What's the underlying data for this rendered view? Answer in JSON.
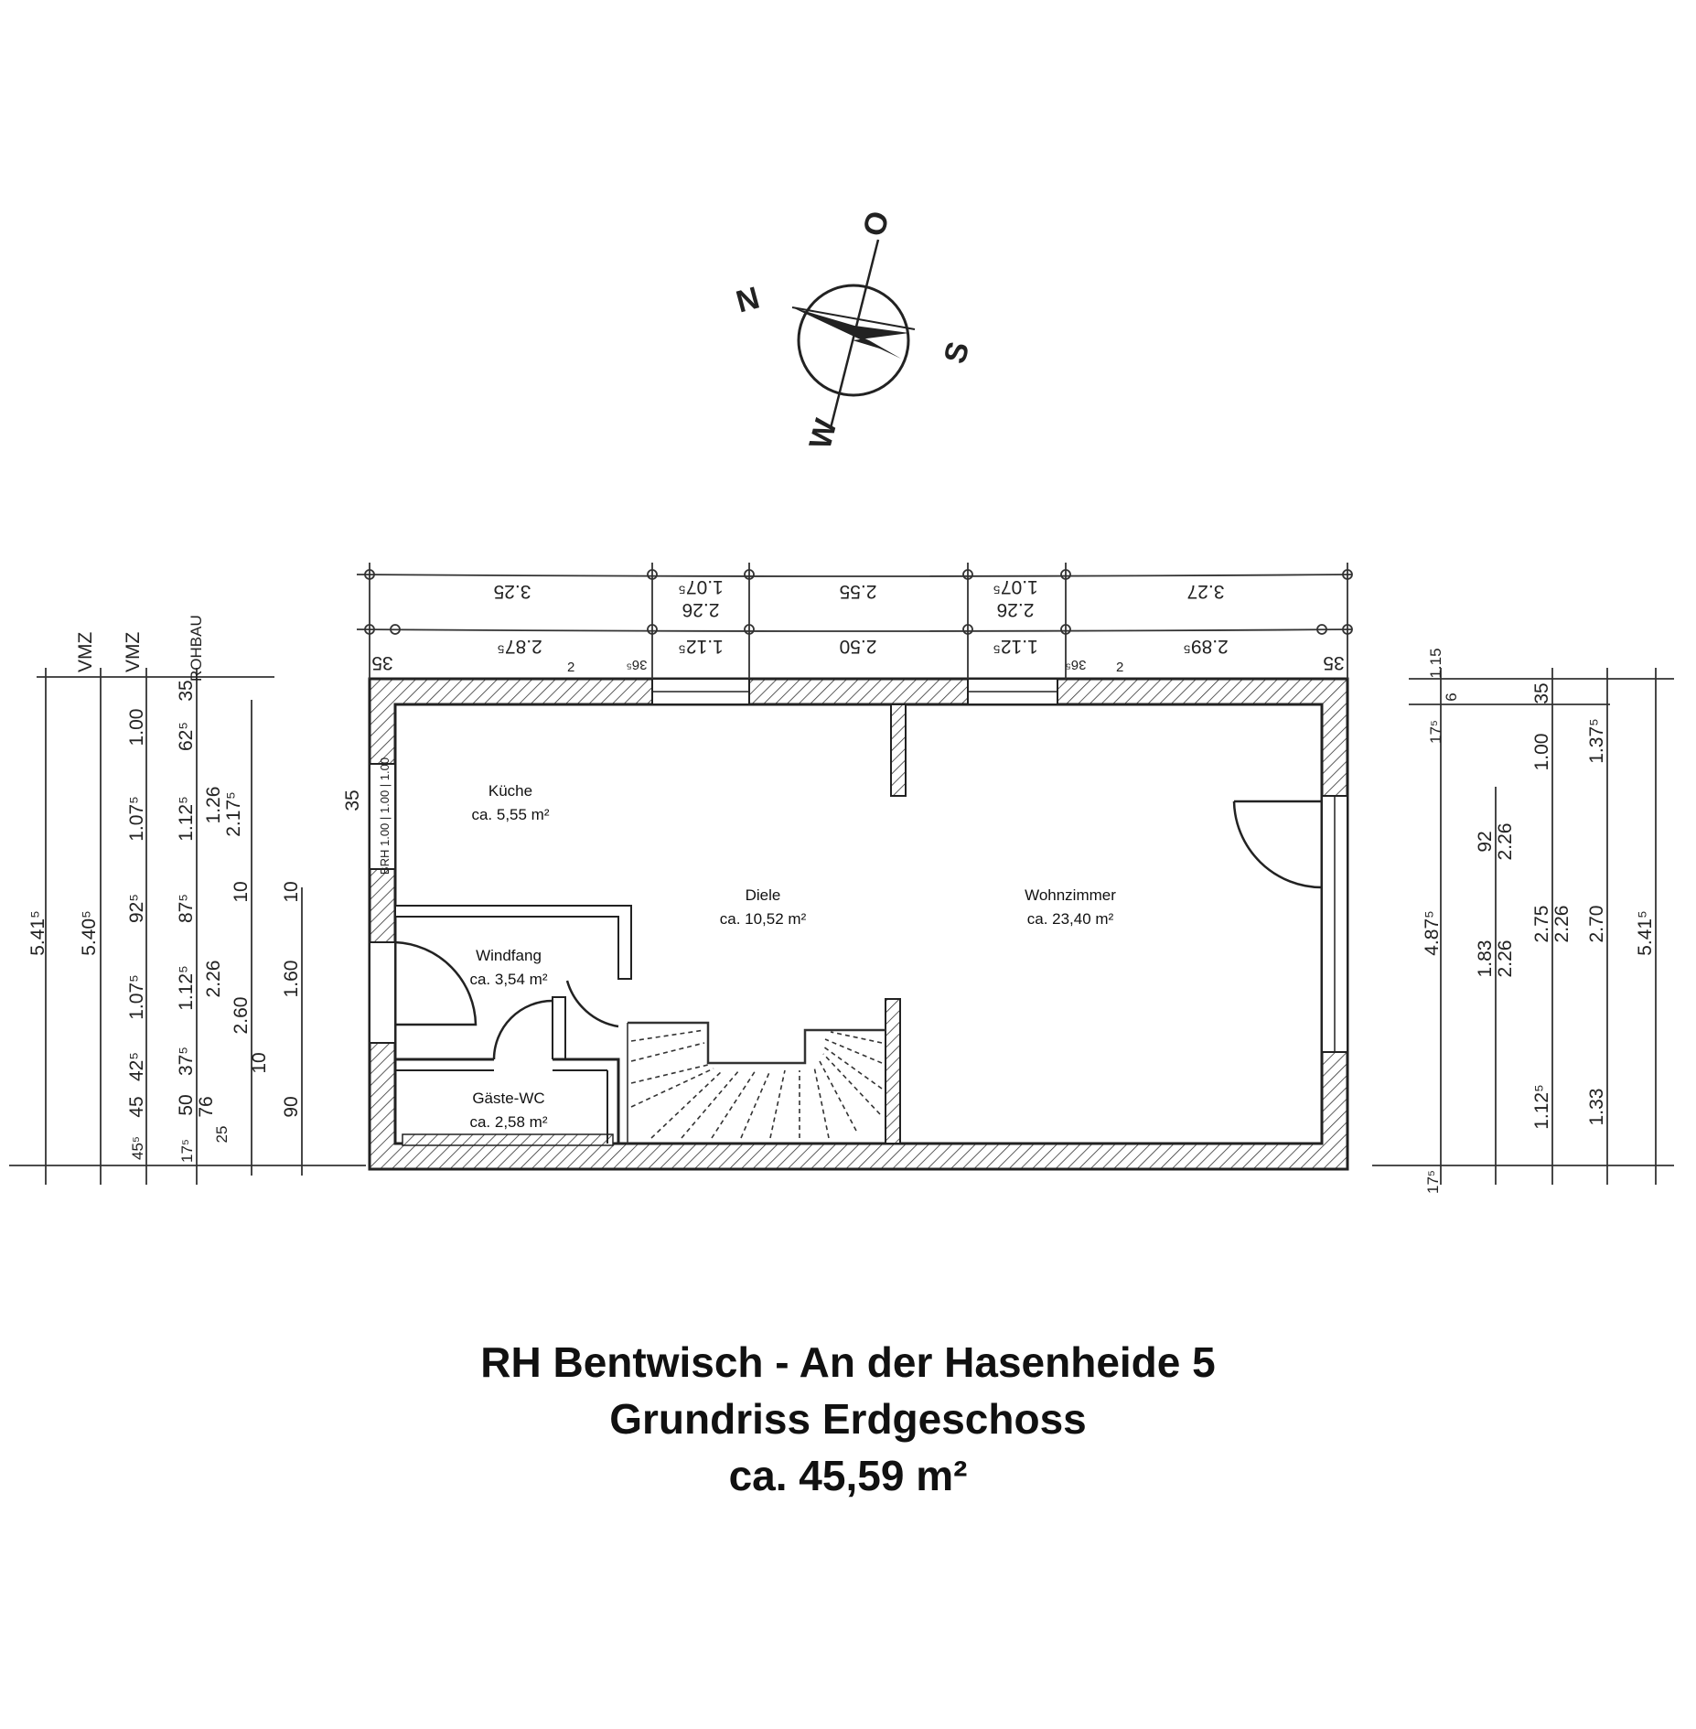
{
  "compass": {
    "n": "N",
    "o": "O",
    "s": "S",
    "w": "W"
  },
  "rooms": [
    {
      "name": "Küche",
      "area": "ca. 5,55 m²"
    },
    {
      "name": "Diele",
      "area": "ca. 10,52 m²"
    },
    {
      "name": "Wohnzimmer",
      "area": "ca. 23,40 m²"
    },
    {
      "name": "Windfang",
      "area": "ca. 3,54 m²"
    },
    {
      "name": "Gäste-WC",
      "area": "ca. 2,58 m²"
    }
  ],
  "dimensions": {
    "top_outer": [
      "3.25",
      "1.07⁵",
      "2.26",
      "2.55",
      "1.07⁵",
      "2.26",
      "3.27"
    ],
    "top_inner": [
      "35",
      "2.87⁵",
      "36⁵",
      "1.12⁵",
      "2.50",
      "1.12⁵",
      "36⁵",
      "2.89⁵",
      "35"
    ],
    "top_small": [
      "2",
      "2"
    ],
    "left_labels": [
      "VMZ",
      "VMZ",
      "ROHBAU"
    ],
    "left": [
      "5.41⁵",
      "5.40⁵",
      "1.00",
      "1.07⁵",
      "92⁵",
      "1.07⁵",
      "42⁵",
      "45",
      "45⁵",
      "35",
      "62⁵",
      "1.12⁵",
      "87⁵",
      "1.12⁵",
      "37⁵",
      "50",
      "17⁵",
      "1.26",
      "2.17⁵",
      "2.26",
      "76",
      "25",
      "2.60",
      "10",
      "1.60",
      "10",
      "90",
      "10"
    ],
    "left_window": "BRH 1.00 | 1.00 | 1.00",
    "left_wall": "35",
    "right": [
      "1.15",
      "6",
      "17⁵",
      "35",
      "1.00",
      "1.37⁵",
      "92",
      "2.26",
      "4.87⁵",
      "1.83",
      "2.26",
      "2.75",
      "2.26",
      "2.70",
      "5.41⁵",
      "1.12⁵",
      "1.33",
      "17⁵"
    ]
  },
  "title": {
    "line1": "RH Bentwisch - An der Hasenheide 5",
    "line2": "Grundriss Erdgeschoss",
    "line3": "ca. 45,59 m²"
  }
}
